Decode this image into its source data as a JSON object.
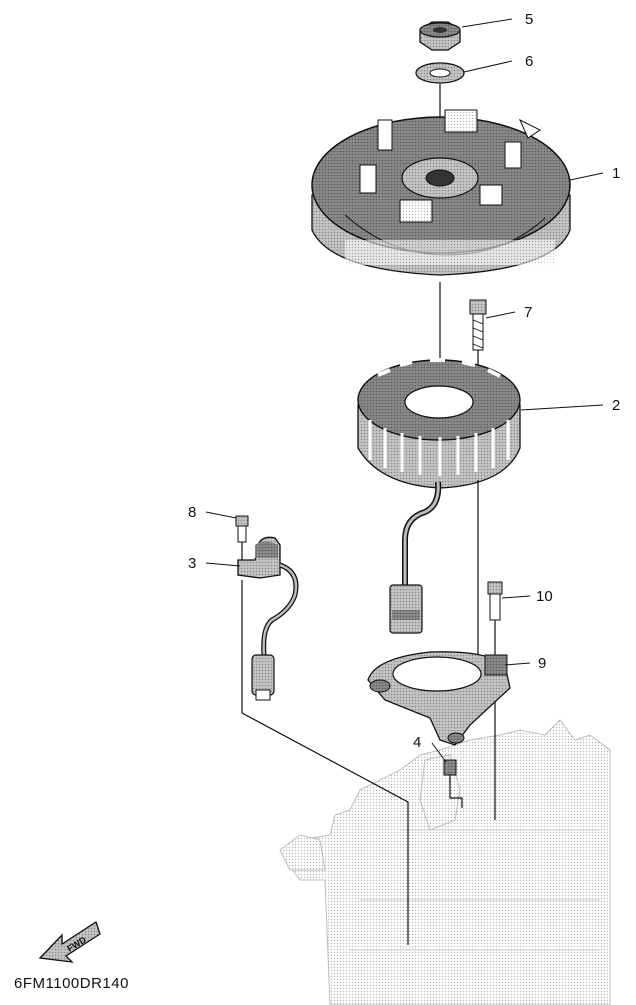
{
  "diagram": {
    "callouts": [
      {
        "id": "1",
        "label": "1"
      },
      {
        "id": "2",
        "label": "2"
      },
      {
        "id": "3",
        "label": "3"
      },
      {
        "id": "4",
        "label": "4"
      },
      {
        "id": "5",
        "label": "5"
      },
      {
        "id": "6",
        "label": "6"
      },
      {
        "id": "7",
        "label": "7"
      },
      {
        "id": "8",
        "label": "8"
      },
      {
        "id": "9",
        "label": "9"
      },
      {
        "id": "10",
        "label": "10"
      }
    ],
    "drawing_code": "6FM1100DR140",
    "forward_arrow_text": "FWD",
    "colors": {
      "ink": "#111111",
      "shade_dark": "#6e6e6e",
      "shade_mid": "#9a9a9a",
      "shade_light": "#d4d4d4",
      "background": "#ffffff"
    }
  }
}
